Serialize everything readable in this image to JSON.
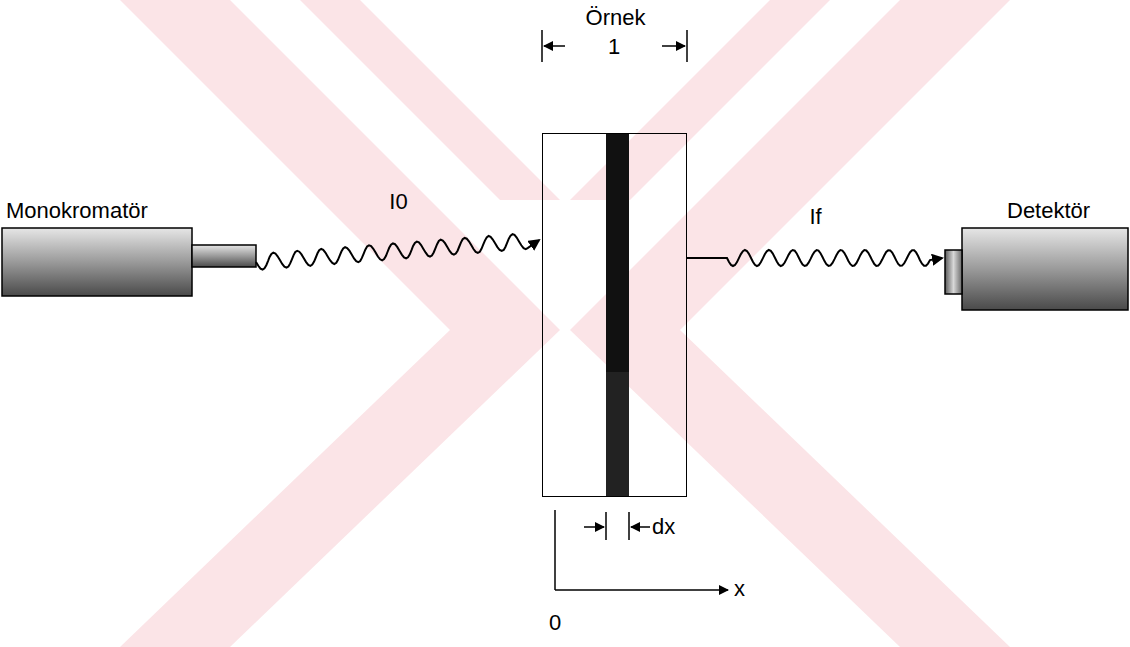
{
  "diagram": {
    "nodes": [
      {
        "text": [
          "Monokromatör"
        ]
      },
      {
        "text": [
          "Örnek"
        ]
      },
      {
        "text": [
          "Detektör"
        ]
      }
    ],
    "edges": [
      {
        "from": 0,
        "to": 1,
        "arrow": "to",
        "label": "I0"
      },
      {
        "from": 1,
        "to": 2,
        "arrow": "to",
        "label": "If"
      }
    ],
    "labels": [
      "1",
      "dx",
      "0",
      "x"
    ]
  }
}
